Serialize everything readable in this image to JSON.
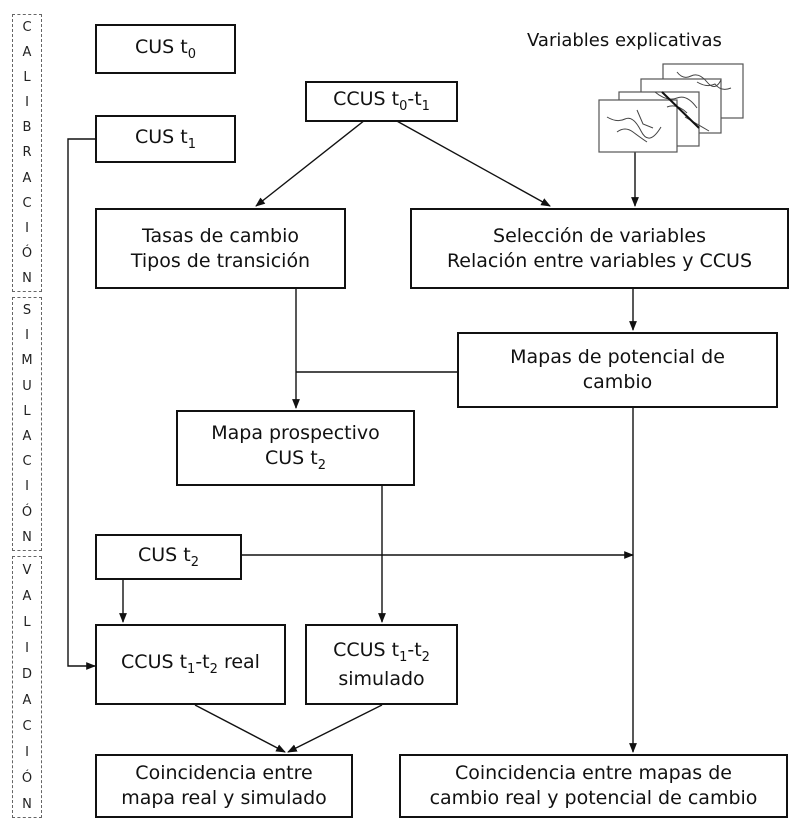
{
  "phases": {
    "calibration": [
      "C",
      "A",
      "L",
      "I",
      "B",
      "R",
      "A",
      "C",
      "I",
      "Ó",
      "N"
    ],
    "simulation": [
      "S",
      "I",
      "M",
      "U",
      "L",
      "A",
      "C",
      "I",
      "Ó",
      "N"
    ],
    "validation": [
      "V",
      "A",
      "L",
      "I",
      "D",
      "A",
      "C",
      "I",
      "Ó",
      "N"
    ]
  },
  "nodes": {
    "cus_t0": {
      "base": "CUS t",
      "sub": "0"
    },
    "cus_t1": {
      "base": "CUS t",
      "sub": "1"
    },
    "ccus_t0_t1": {
      "base": "CCUS t",
      "sub1": "0",
      "mid": "-t",
      "sub2": "1"
    },
    "variables_title": "Variables explicativas",
    "tasas": {
      "line1": "Tasas de cambio",
      "line2": "Tipos de transición"
    },
    "seleccion": {
      "line1": "Selección de variables",
      "line2": "Relación entre variables y CCUS"
    },
    "mapas_potencial": {
      "line1": "Mapas de potencial de",
      "line2": "cambio"
    },
    "prospectivo": {
      "line1": "Mapa prospectivo",
      "base": "CUS t",
      "sub": "2"
    },
    "cus_t2": {
      "base": "CUS t",
      "sub": "2"
    },
    "ccus_real": {
      "base": "CCUS t",
      "sub1": "1",
      "mid": "-t",
      "sub2": "2",
      "suffix": " real"
    },
    "ccus_simulado": {
      "base": "CCUS t",
      "sub1": "1",
      "mid": "-t",
      "sub2": "2",
      "line2": "simulado"
    },
    "coincidencia_1": {
      "line1": "Coincidencia entre",
      "line2": "mapa real y simulado"
    },
    "coincidencia_2": {
      "line1": "Coincidencia entre mapas de",
      "line2": "cambio real y potencial de cambio"
    }
  }
}
